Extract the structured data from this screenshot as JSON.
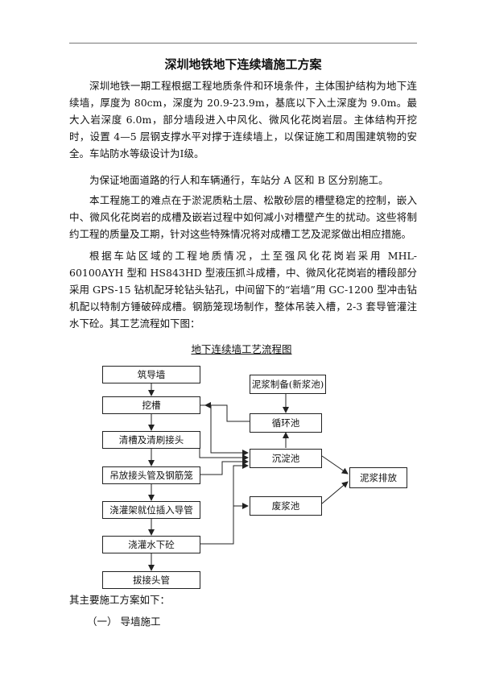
{
  "document": {
    "title": "深圳地铁地下连续墙施工方案",
    "paragraphs": [
      "深圳地铁一期工程根据工程地质条件和环境条件，主体围护结构为地下连续墙，厚度为 80cm，深度为 20.9-23.9m，基底以下入土深度为 9.0m。最大入岩深度 6.0m，部分墙段进入中风化、微风化花岗岩层。主体结构开挖时，设置 4—5 层钢支撑水平对撑于连续墙上，以保证施工和周围建筑物的安全。车站防水等级设计为Ⅰ级。",
      "为保证地面道路的行人和车辆通行，车站分 A 区和 B 区分别施工。",
      "本工程施工的难点在于淤泥质粘土层、松散砂层的槽壁稳定的控制，嵌入中、微风化花岗岩的成槽及嵌岩过程中如何减小对槽壁产生的扰动。这些将制约工程的质量及工期，针对这些特殊情况将对成槽工艺及泥浆做出相应措施。",
      "根据车站区域的工程地质情况，土至强风化花岗岩采用 MHL-60100AYH 型和 HS843HD 型液压抓斗成槽，中、微风化花岗岩的槽段部分采用 GPS-15 钻机配牙轮钻头钻孔，中间留下的“岩墙”用 GC-1200 型冲击钻机配以特制方锤破碎成槽。钢筋笼现场制作，整体吊装入槽，2-3 套导管灌注水下砼。其工艺流程如下图："
    ],
    "after_chart": "其主要施工方案如下：",
    "section_heading": "（一）  导墙施工"
  },
  "flowchart": {
    "title": "地下连续墙工艺流程图",
    "main_steps": [
      "筑导墙",
      "挖槽",
      "清槽及清刷接头",
      "吊放接头管及钢筋笼",
      "浇灌架就位插入导管",
      "浇灌水下砼",
      "拔接头管"
    ],
    "side_boxes": {
      "mud_prep": "泥浆制备(新浆池)",
      "circulation": "循环池",
      "sediment": "沉淀池",
      "waste": "废浆池",
      "discharge": "泥浆排放"
    }
  }
}
